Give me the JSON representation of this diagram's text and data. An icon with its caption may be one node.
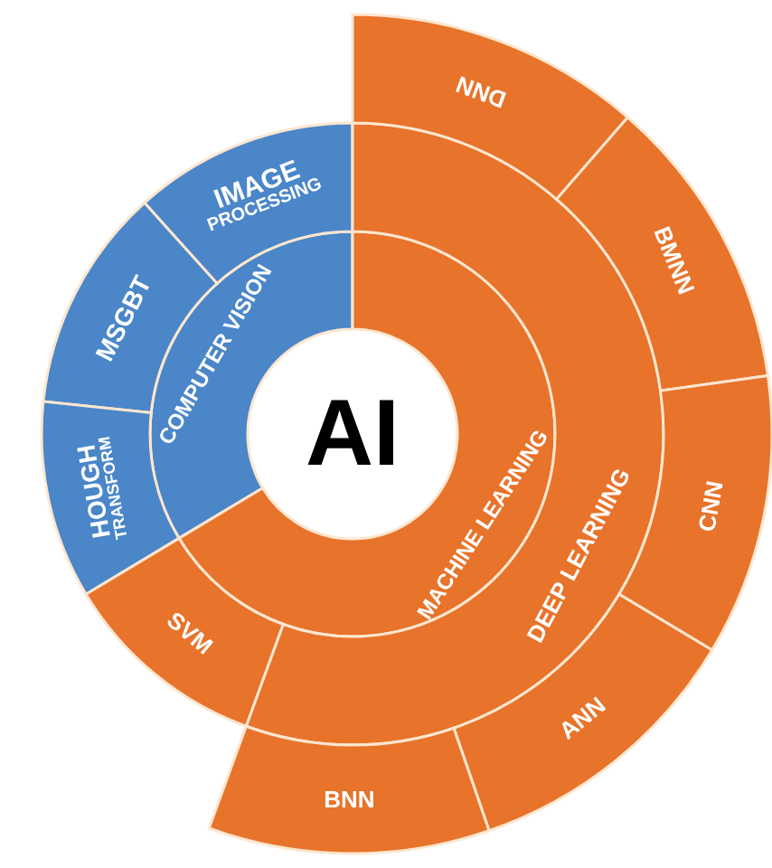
{
  "diagram": {
    "nodes": [
      {
        "text": [
          "AI"
        ]
      },
      {
        "text": [
          "COMPUTER VISION"
        ]
      },
      {
        "text": [
          "MACHINE LEARNING"
        ]
      },
      {
        "text": [
          "IMAGE",
          "PROCESSING"
        ]
      },
      {
        "text": [
          "MSGBT"
        ]
      },
      {
        "text": [
          "HOUGH",
          "TRANSFORM"
        ]
      },
      {
        "text": [
          "SVM"
        ]
      },
      {
        "text": [
          "DEEP LEARNING"
        ]
      },
      {
        "text": [
          "DNN"
        ]
      },
      {
        "text": [
          "BMNN"
        ]
      },
      {
        "text": [
          "CNN"
        ]
      },
      {
        "text": [
          "ANN"
        ]
      },
      {
        "text": [
          "BNN"
        ]
      }
    ]
  }
}
